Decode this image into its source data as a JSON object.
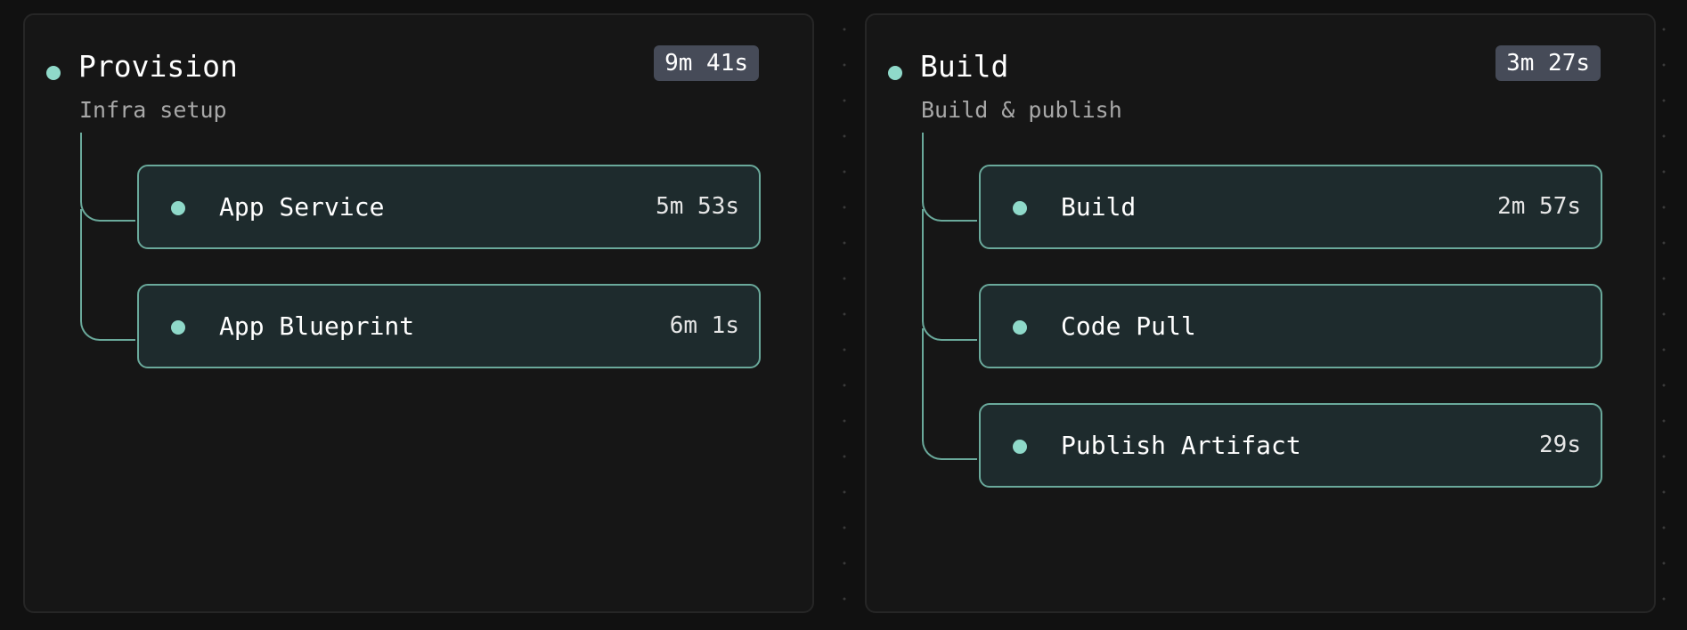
{
  "colors": {
    "background": "#111111",
    "panel": "#161616",
    "job_bg": "#1e2b2d",
    "accent": "#8fd9c9",
    "job_border": "#6aa99b",
    "badge": "#464b58"
  },
  "stages": [
    {
      "title": "Provision",
      "subtitle": "Infra setup",
      "duration": "9m 41s",
      "jobs": [
        {
          "name": "App Service",
          "duration": "5m 53s"
        },
        {
          "name": "App Blueprint",
          "duration": "6m 1s"
        }
      ]
    },
    {
      "title": "Build",
      "subtitle": "Build & publish",
      "duration": "3m 27s",
      "jobs": [
        {
          "name": "Build",
          "duration": "2m 57s"
        },
        {
          "name": "Code Pull",
          "duration": ""
        },
        {
          "name": "Publish Artifact",
          "duration": "29s"
        }
      ]
    }
  ]
}
